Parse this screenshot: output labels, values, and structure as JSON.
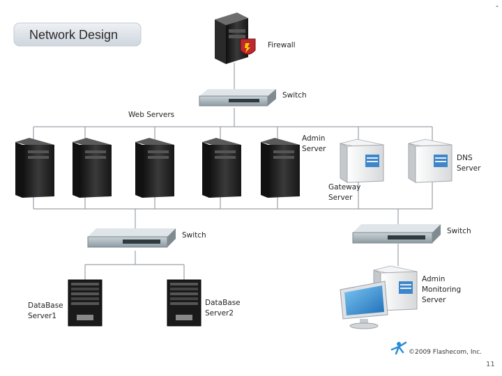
{
  "title": "Network Design",
  "corner_mark": "-",
  "labels": {
    "firewall": "Firewall",
    "switch_top": "Switch",
    "web_servers": "Web Servers",
    "admin_server_line1": "Admin",
    "admin_server_line2": "Server",
    "dns_server_line1": "DNS",
    "dns_server_line2": "Server",
    "gateway_server_line1": "Gateway",
    "gateway_server_line2": "Server",
    "switch_left": "Switch",
    "switch_right": "Switch",
    "db1_line1": "DataBase",
    "db1_line2": "Server1",
    "db2_line1": "DataBase",
    "db2_line2": "Server2",
    "monitor_line1": "Admin",
    "monitor_line2": "Monitoring",
    "monitor_line3": "Server"
  },
  "copyright": "©2009 Flashecom, Inc.",
  "page_number": "11",
  "colors": {
    "title_bg": "#d9dee6",
    "line": "#9aa0a6",
    "tower_dark": "#1c1c1c",
    "switch_body": "#aab6bc",
    "firewall_shield": "#c0282d",
    "monitor_screen": "#2a8ed6"
  }
}
